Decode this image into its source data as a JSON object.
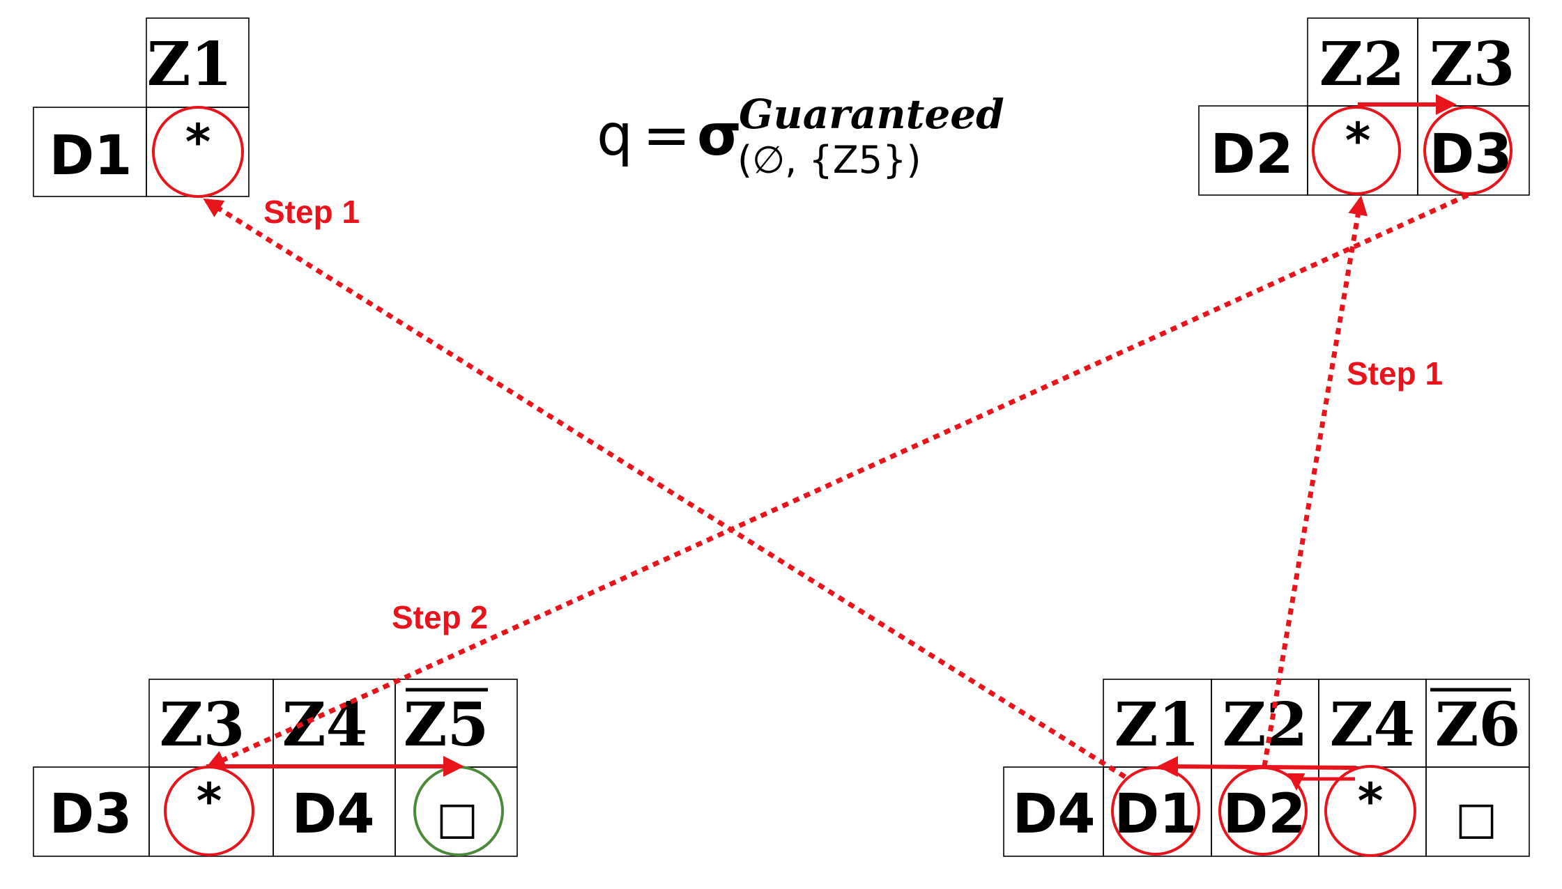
{
  "formula": {
    "lhs": "q",
    "equals": "=",
    "sigma": "σ",
    "superscript": "Guaranteed",
    "subscript": "(∅, {Z5})"
  },
  "tables": {
    "top_left": {
      "headers": [
        "Z1"
      ],
      "row": [
        "D1",
        "*"
      ]
    },
    "top_right": {
      "headers": [
        "Z2",
        "Z3"
      ],
      "row": [
        "D2",
        "*",
        "D3"
      ]
    },
    "bottom_left": {
      "headers": [
        "Z3",
        "Z4",
        "Z5"
      ],
      "row": [
        "D3",
        "*",
        "D4",
        "□"
      ]
    },
    "bottom_right": {
      "headers": [
        "Z1",
        "Z2",
        "Z4",
        "Z6"
      ],
      "row": [
        "D4",
        "D1",
        "D2",
        "*",
        "□"
      ]
    }
  },
  "steps": {
    "top_left": "Step 1",
    "right": "Step 1",
    "bottom_left": "Step 2"
  },
  "colors": {
    "red": "#e8131b",
    "green": "#4a8a3a",
    "black": "#000000"
  }
}
